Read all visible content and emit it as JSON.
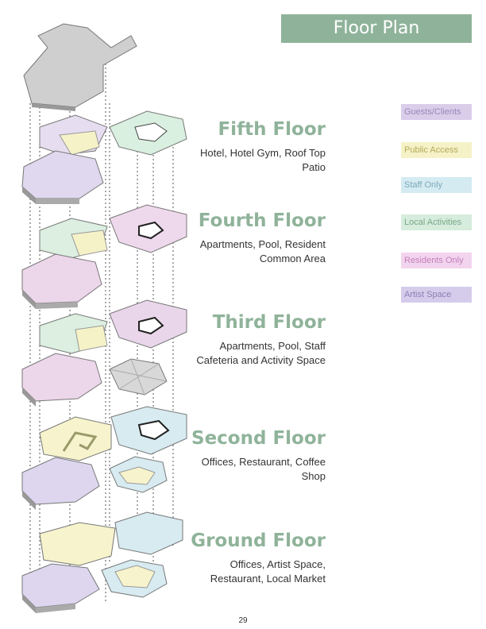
{
  "page": {
    "title": "Floor Plan Development",
    "page_number": "29"
  },
  "floors": [
    {
      "name": "Fifth Floor",
      "description": "Hotel, Hotel Gym, Roof Top Patio"
    },
    {
      "name": "Fourth Floor",
      "description": "Apartments, Pool, Resident Common Area"
    },
    {
      "name": "Third Floor",
      "description": "Apartments, Pool, Staff Cafeteria and Activity Space"
    },
    {
      "name": "Second Floor",
      "description": "Offices, Restaurant, Coffee Shop"
    },
    {
      "name": "Ground Floor",
      "description": "Offices, Artist Space, Restaurant, Local Market"
    }
  ],
  "legend": [
    {
      "label": "Guests/Clients",
      "color": "#d9cdea",
      "text_color": "#9a86b8"
    },
    {
      "label": "Public Access",
      "color": "#f6f2c8",
      "text_color": "#b5a95a"
    },
    {
      "label": "Staff Only",
      "color": "#d4ebf2",
      "text_color": "#7fa9b8"
    },
    {
      "label": "Local Activities",
      "color": "#d6ecdc",
      "text_color": "#7aa88a"
    },
    {
      "label": "Residents Only",
      "color": "#f2d4ee",
      "text_color": "#c47fbb"
    },
    {
      "label": "Artist Space",
      "color": "#d5cceb",
      "text_color": "#8d7fb3"
    }
  ],
  "colors": {
    "accent": "#8fb39a",
    "roof": "#cfcfcf",
    "wall": "#9a9a9a"
  }
}
